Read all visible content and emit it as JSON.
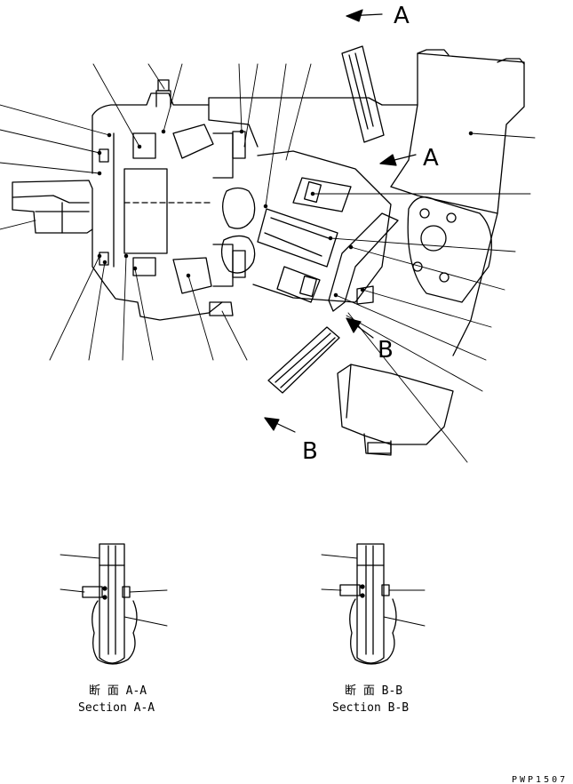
{
  "section_markers": {
    "a_top": "A",
    "a_mid": "A",
    "b_mid": "B",
    "b_bottom": "B"
  },
  "captions": {
    "section_a_jp": "断 面  A-A",
    "section_a_en": "Section A-A",
    "section_b_jp": "断 面  B-B",
    "section_b_en": "Section B-B"
  },
  "drawing_code": "PWP1507"
}
